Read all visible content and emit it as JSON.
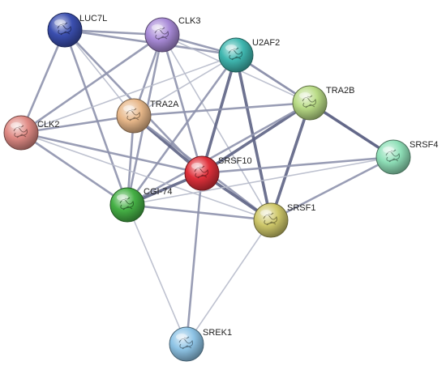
{
  "nodes": [
    {
      "id": "LUC7L",
      "label": "LUC7L",
      "color": "#3b4fb0",
      "icon": "protein-structure-icon"
    },
    {
      "id": "CLK3",
      "label": "CLK3",
      "color": "#a98bd8",
      "icon": "protein-structure-icon"
    },
    {
      "id": "U2AF2",
      "label": "U2AF2",
      "color": "#3fb7b0",
      "icon": "protein-structure-icon"
    },
    {
      "id": "TRA2B",
      "label": "TRA2B",
      "color": "#b9dc86",
      "icon": "protein-structure-icon"
    },
    {
      "id": "TRA2A",
      "label": "TRA2A",
      "color": "#e8b88a",
      "icon": "protein-structure-icon"
    },
    {
      "id": "CLK2",
      "label": "CLK2",
      "color": "#e08a84",
      "icon": "protein-structure-icon"
    },
    {
      "id": "SRSF10",
      "label": "SRSF10",
      "color": "#e0303a",
      "icon": "protein-structure-icon"
    },
    {
      "id": "SRSF4",
      "label": "SRSF4",
      "color": "#8fe0b8",
      "icon": "protein-structure-icon"
    },
    {
      "id": "CGI-74",
      "label": "CGI-74",
      "color": "#45b045",
      "icon": "protein-structure-icon"
    },
    {
      "id": "SRSF1",
      "label": "SRSF1",
      "color": "#cfc86a",
      "icon": "protein-structure-icon"
    },
    {
      "id": "SREK1",
      "label": "SREK1",
      "color": "#8ec4e6",
      "icon": "protein-structure-icon"
    }
  ],
  "edges": [
    {
      "source": "LUC7L",
      "target": "CLK3",
      "weight": 2
    },
    {
      "source": "LUC7L",
      "target": "U2AF2",
      "weight": 2
    },
    {
      "source": "LUC7L",
      "target": "CLK2",
      "weight": 2
    },
    {
      "source": "LUC7L",
      "target": "TRA2A",
      "weight": 1
    },
    {
      "source": "LUC7L",
      "target": "SRSF10",
      "weight": 2
    },
    {
      "source": "LUC7L",
      "target": "CGI-74",
      "weight": 2
    },
    {
      "source": "CLK3",
      "target": "U2AF2",
      "weight": 2
    },
    {
      "source": "CLK3",
      "target": "TRA2A",
      "weight": 2
    },
    {
      "source": "CLK3",
      "target": "CLK2",
      "weight": 2
    },
    {
      "source": "CLK3",
      "target": "SRSF10",
      "weight": 2
    },
    {
      "source": "CLK3",
      "target": "CGI-74",
      "weight": 2
    },
    {
      "source": "CLK3",
      "target": "SRSF1",
      "weight": 1
    },
    {
      "source": "CLK3",
      "target": "TRA2B",
      "weight": 1
    },
    {
      "source": "U2AF2",
      "target": "TRA2B",
      "weight": 2
    },
    {
      "source": "U2AF2",
      "target": "TRA2A",
      "weight": 1
    },
    {
      "source": "U2AF2",
      "target": "SRSF10",
      "weight": 3
    },
    {
      "source": "U2AF2",
      "target": "SRSF1",
      "weight": 3
    },
    {
      "source": "U2AF2",
      "target": "CGI-74",
      "weight": 2
    },
    {
      "source": "U2AF2",
      "target": "CLK2",
      "weight": 1
    },
    {
      "source": "U2AF2",
      "target": "SRSF4",
      "weight": 2
    },
    {
      "source": "TRA2B",
      "target": "TRA2A",
      "weight": 2
    },
    {
      "source": "TRA2B",
      "target": "SRSF10",
      "weight": 3
    },
    {
      "source": "TRA2B",
      "target": "SRSF1",
      "weight": 3
    },
    {
      "source": "TRA2B",
      "target": "SRSF4",
      "weight": 3
    },
    {
      "source": "TRA2B",
      "target": "CGI-74",
      "weight": 2
    },
    {
      "source": "TRA2A",
      "target": "CLK2",
      "weight": 2
    },
    {
      "source": "TRA2A",
      "target": "SRSF10",
      "weight": 3
    },
    {
      "source": "TRA2A",
      "target": "CGI-74",
      "weight": 2
    },
    {
      "source": "TRA2A",
      "target": "SRSF1",
      "weight": 2
    },
    {
      "source": "CLK2",
      "target": "SRSF10",
      "weight": 2
    },
    {
      "source": "CLK2",
      "target": "CGI-74",
      "weight": 2
    },
    {
      "source": "CLK2",
      "target": "SRSF1",
      "weight": 1
    },
    {
      "source": "SRSF10",
      "target": "SRSF4",
      "weight": 2
    },
    {
      "source": "SRSF10",
      "target": "CGI-74",
      "weight": 3
    },
    {
      "source": "SRSF10",
      "target": "SRSF1",
      "weight": 3
    },
    {
      "source": "SRSF10",
      "target": "SREK1",
      "weight": 2
    },
    {
      "source": "SRSF4",
      "target": "SRSF1",
      "weight": 2
    },
    {
      "source": "SRSF4",
      "target": "CGI-74",
      "weight": 1
    },
    {
      "source": "CGI-74",
      "target": "SRSF1",
      "weight": 2
    },
    {
      "source": "CGI-74",
      "target": "SREK1",
      "weight": 1
    },
    {
      "source": "SRSF1",
      "target": "SREK1",
      "weight": 1
    }
  ]
}
